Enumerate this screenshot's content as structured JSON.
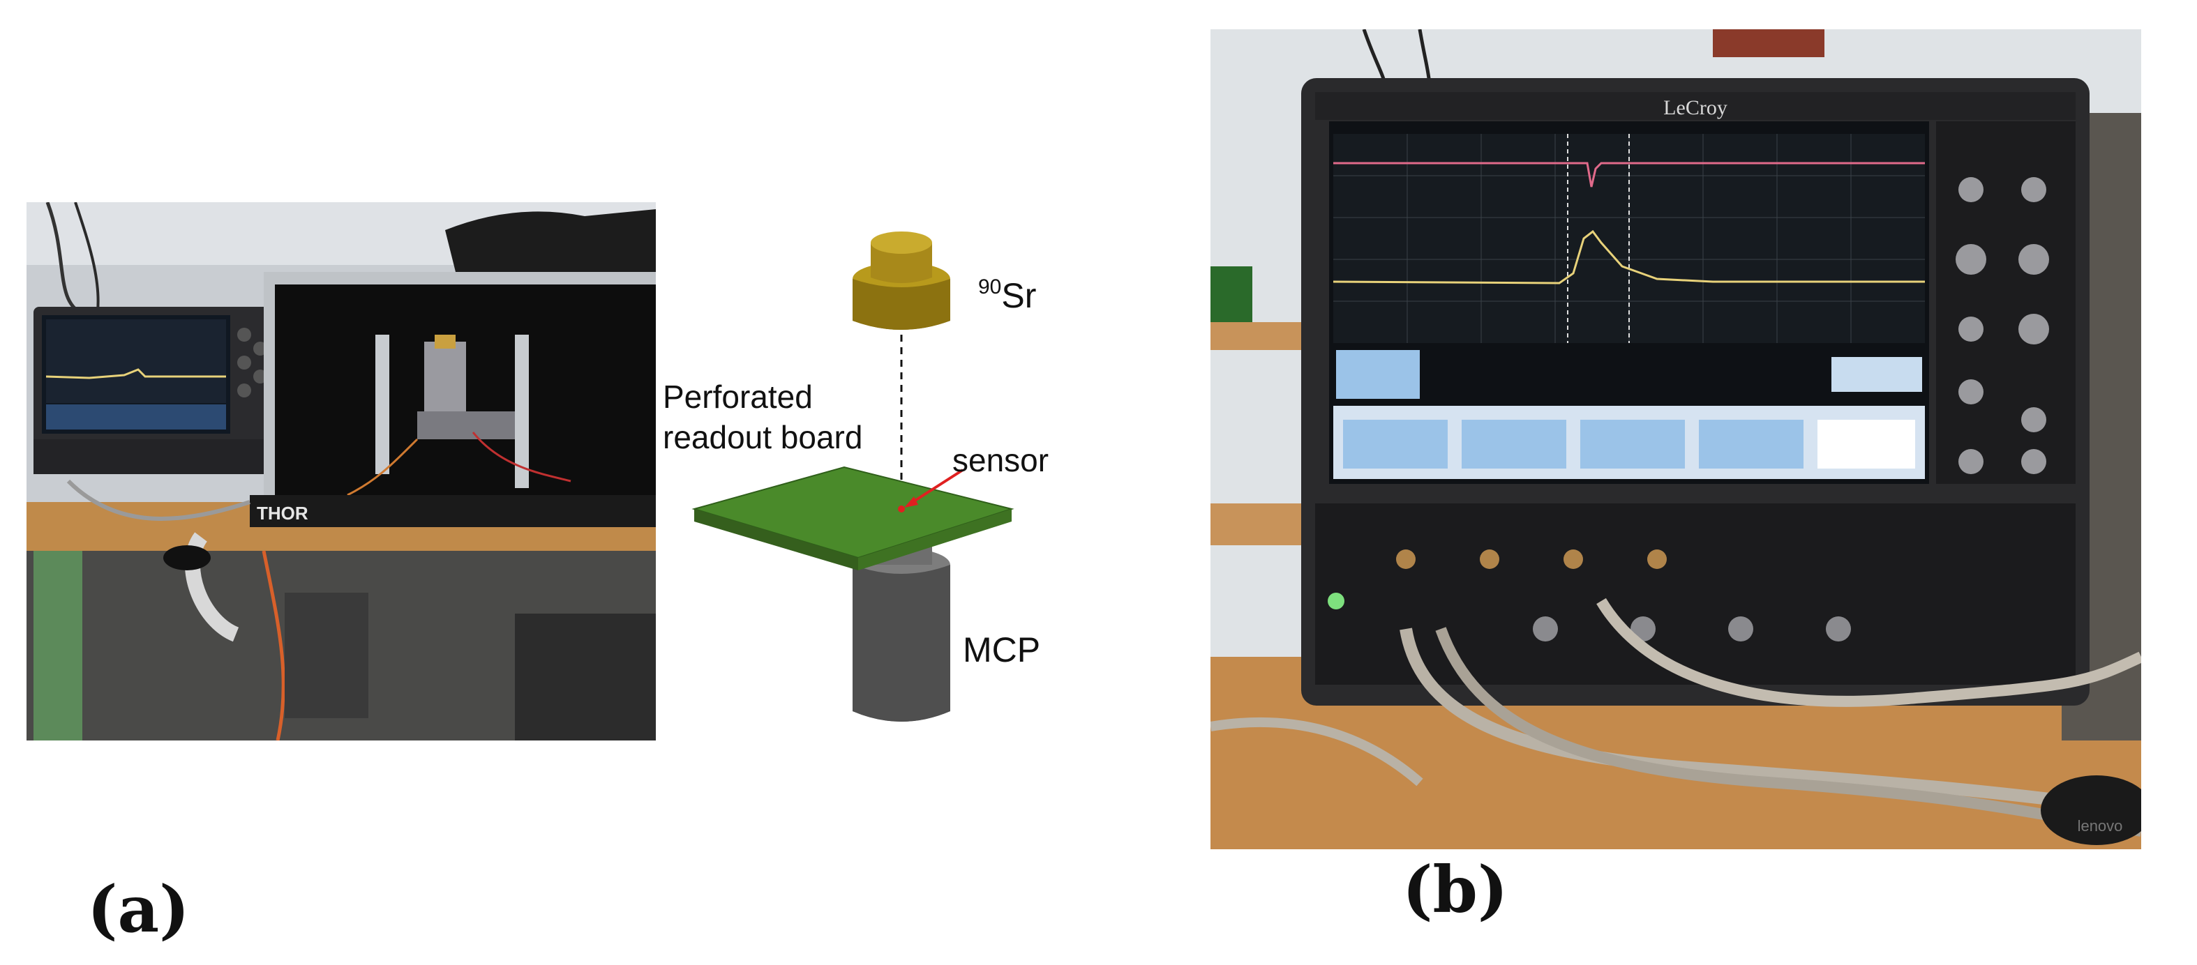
{
  "figure": {
    "panel_a_label": "(a)",
    "panel_b_label": "(b)"
  },
  "diagram": {
    "source_label": "Sr",
    "source_superscript": "90",
    "board_label_line1": "Perforated",
    "board_label_line2": "readout board",
    "sensor_label": "sensor",
    "mcp_label": "MCP"
  },
  "photo_a": {
    "rail_brand": "THOR"
  },
  "photo_b": {
    "scope_brand": "LeCroy",
    "mouse_brand": "lenovo"
  },
  "colors": {
    "board_green": "#4a8a2a",
    "source_gold": "#b89a1c",
    "mcp_gray": "#6b6b6b",
    "arrow_red": "#e02020"
  }
}
